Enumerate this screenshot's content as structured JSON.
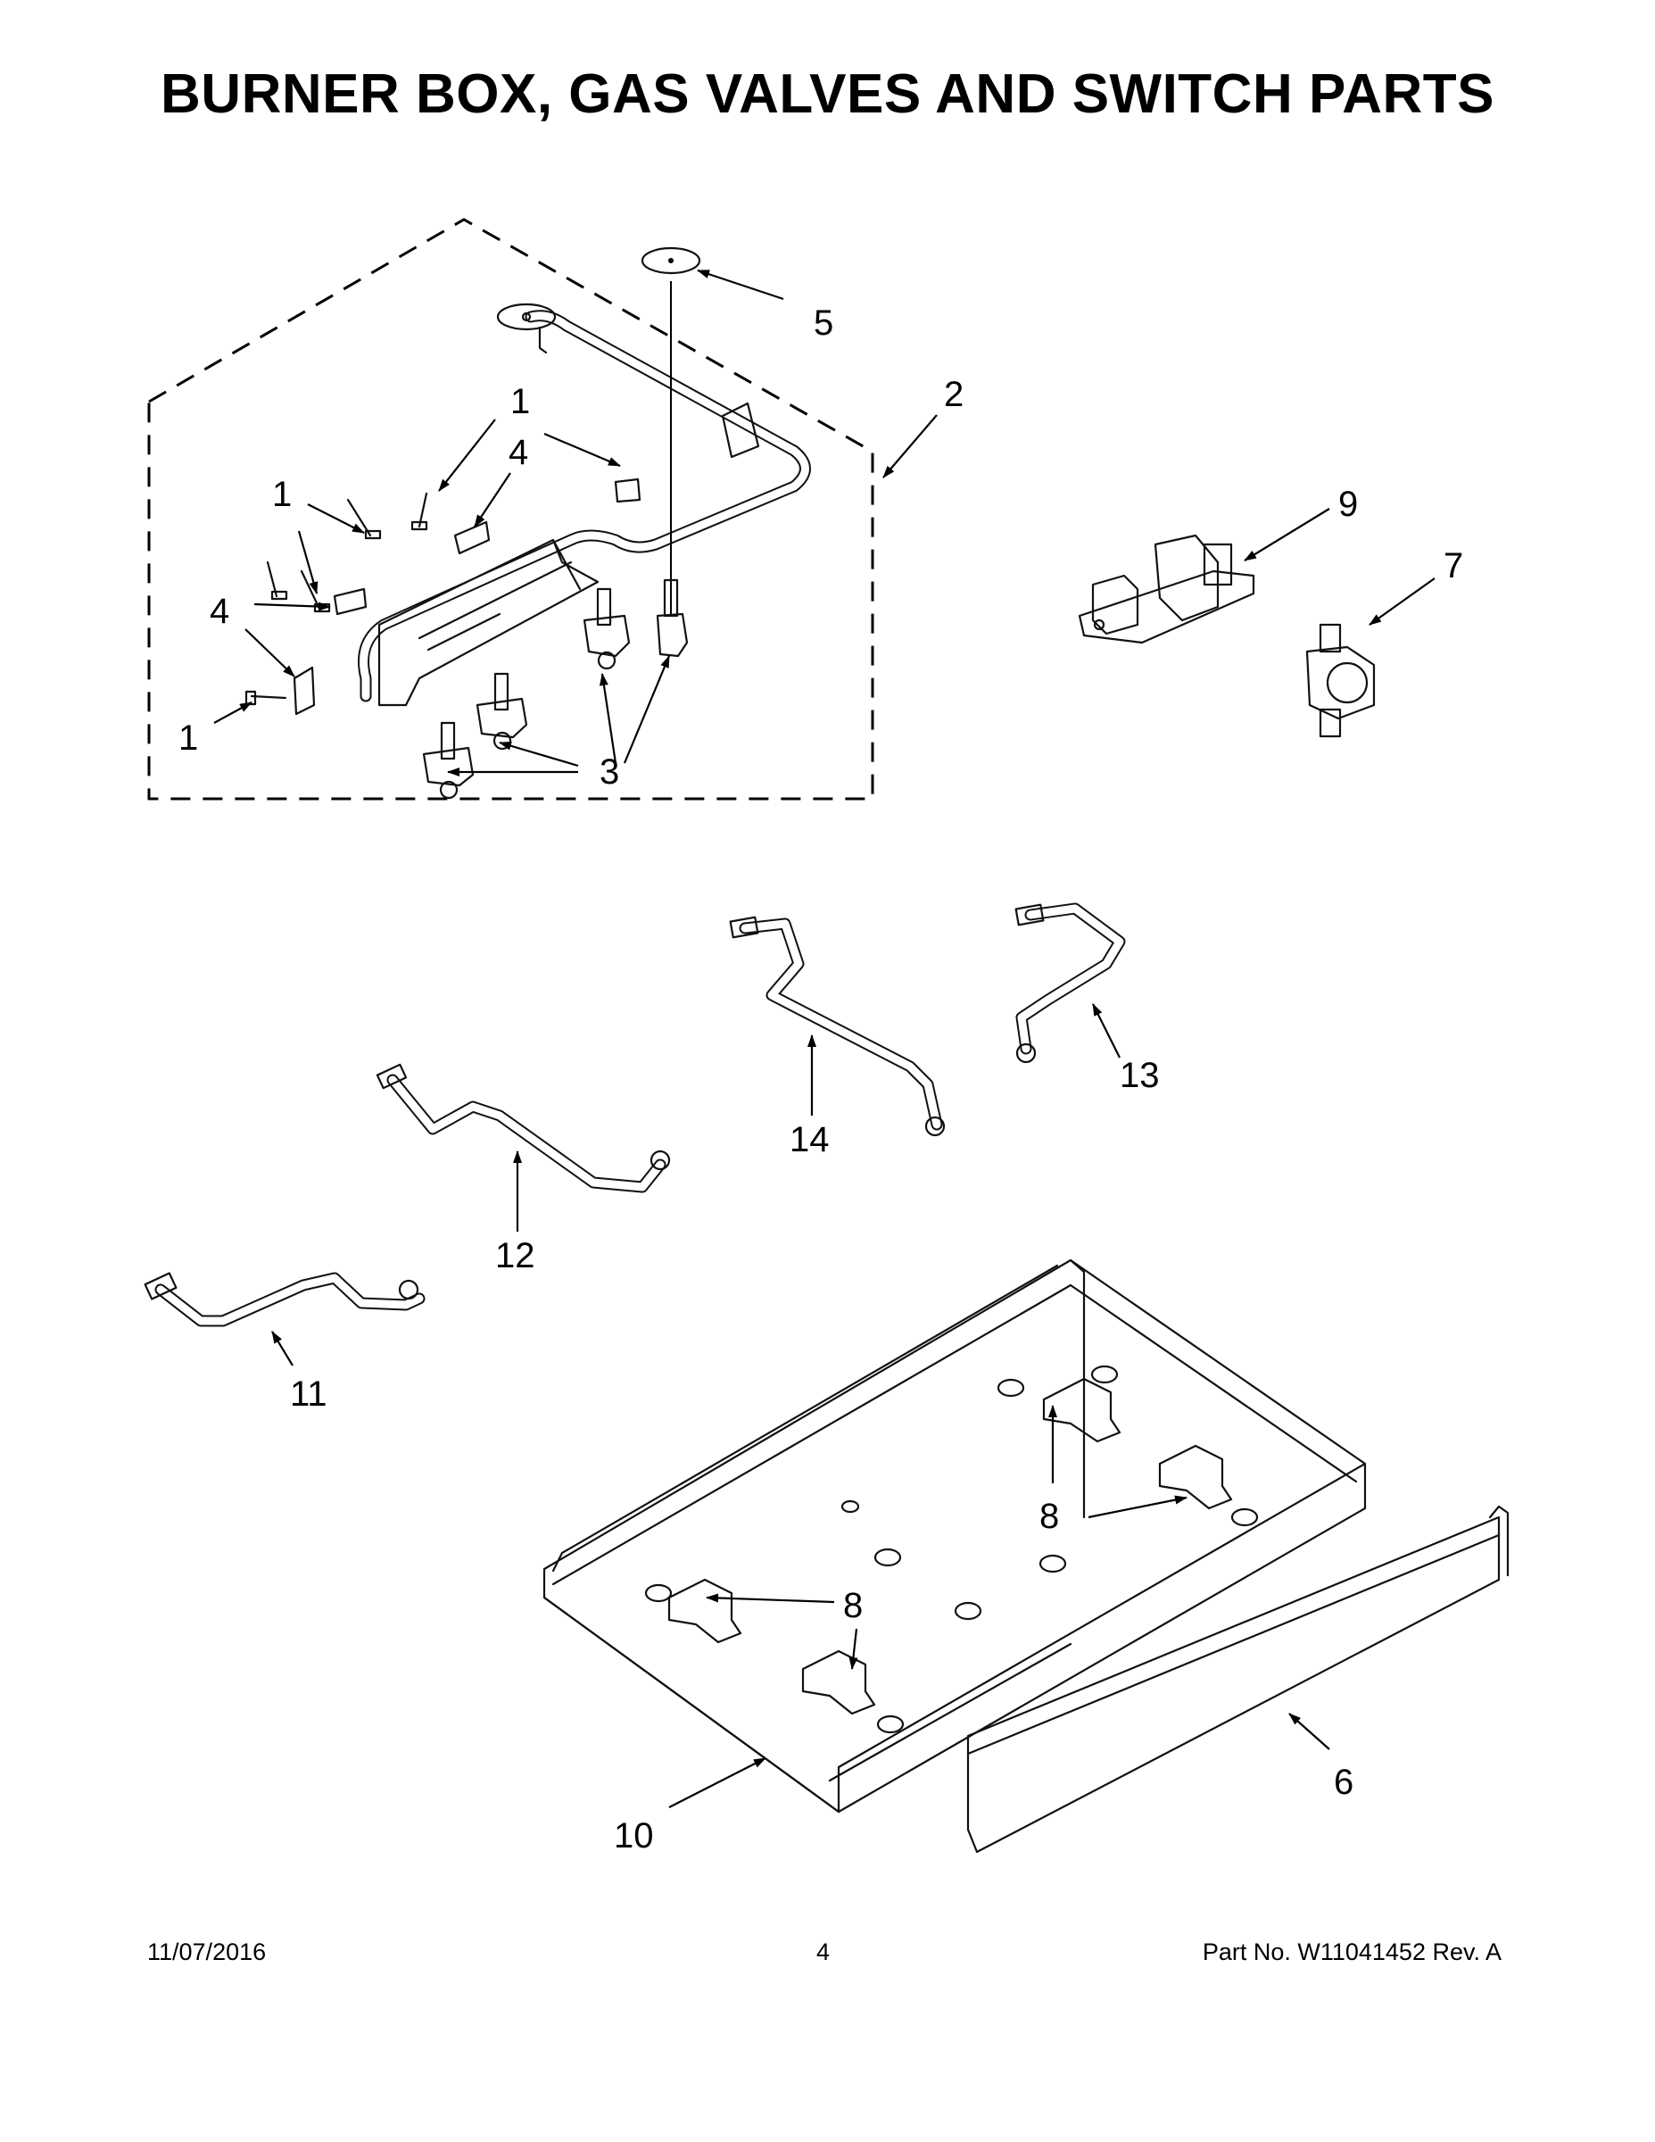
{
  "title": "BURNER BOX, GAS VALVES AND SWITCH PARTS",
  "callouts": {
    "c1a": "1",
    "c1b": "1",
    "c1c": "1",
    "c2": "2",
    "c3": "3",
    "c4a": "4",
    "c4b": "4",
    "c5": "5",
    "c6": "6",
    "c7": "7",
    "c8a": "8",
    "c8b": "8",
    "c9": "9",
    "c10": "10",
    "c11": "11",
    "c12": "12",
    "c13": "13",
    "c14": "14"
  },
  "footer": {
    "date": "11/07/2016",
    "page": "4",
    "part": "Part No.  W11041452  Rev.  A"
  }
}
